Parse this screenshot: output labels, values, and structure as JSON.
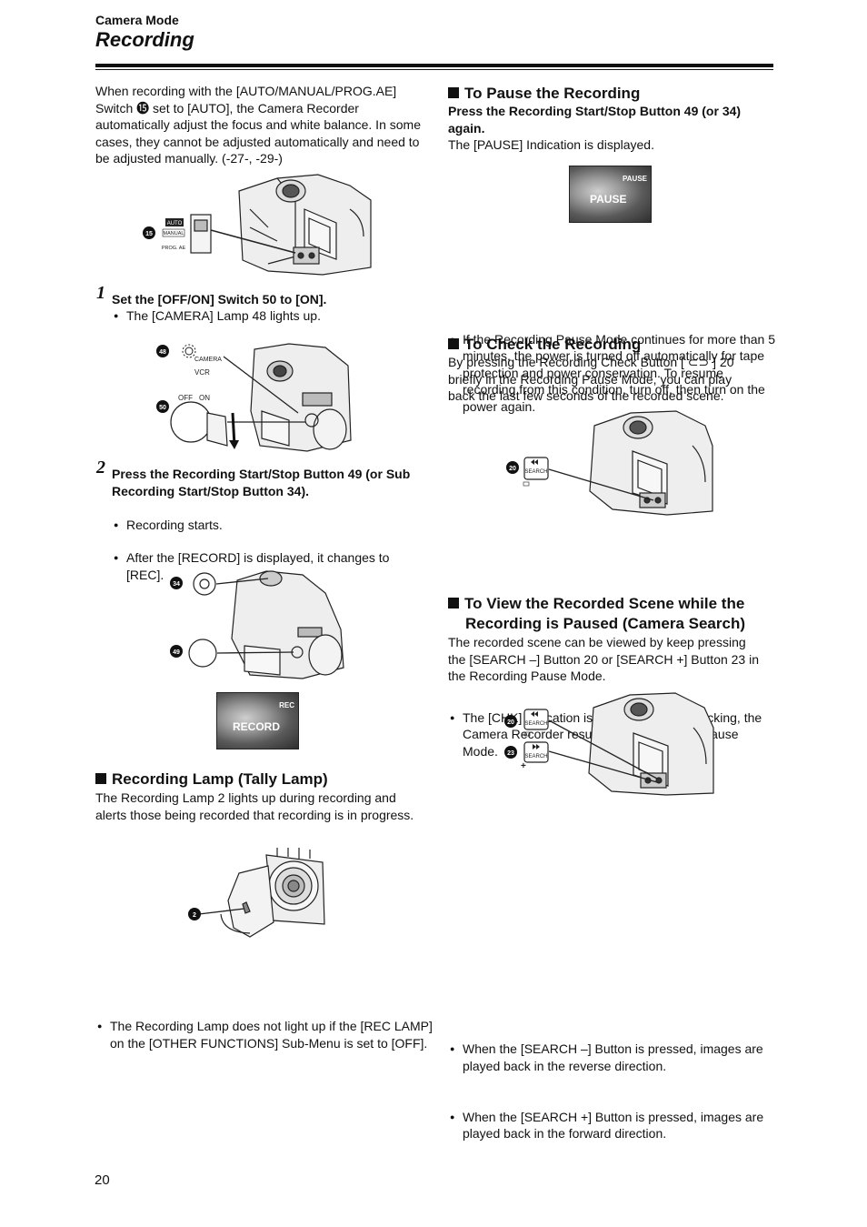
{
  "header": {
    "section": "Camera Mode",
    "title": "Recording"
  },
  "left": {
    "intro": "When recording with the [AUTO/MANUAL/PROG.AE] Switch ⓯ set to [AUTO], the Camera Recorder automatically adjust the focus and white balance. In some cases, they cannot be adjusted automatically and need to be adjusted manually. (-27-, -29-)",
    "fig1": {
      "num": "15",
      "labels": [
        "AUTO",
        "MANUAL",
        "PROG. AE"
      ]
    },
    "step1": {
      "num": "1",
      "text": "Set the [OFF/ON] Switch 50 to [ON].",
      "bullet": "The [CAMERA] Lamp 48 lights up."
    },
    "fig2": {
      "nums": [
        "48",
        "50"
      ],
      "labels": [
        "CAMERA",
        "VCR",
        "OFF",
        "ON"
      ]
    },
    "step2": {
      "num": "2",
      "text": "Press the Recording Start/Stop Button 49 (or Sub Recording Start/Stop Button 34).",
      "bullets": [
        "Recording starts.",
        "After the [RECORD] is displayed, it changes to [REC]."
      ]
    },
    "fig3": {
      "nums": [
        "34",
        "49"
      ],
      "screen_small": "REC",
      "screen_big": "RECORD"
    },
    "tally": {
      "heading": "Recording Lamp (Tally Lamp)",
      "text": "The Recording Lamp 2 lights up during recording and alerts those being recorded that recording is in progress.",
      "fig_num": "2",
      "bullet": "The Recording Lamp does not light up if the [REC LAMP] on the [OTHER FUNCTIONS] Sub-Menu is set to [OFF]."
    }
  },
  "right": {
    "pause": {
      "heading": "To Pause the Recording",
      "bold": "Press the Recording Start/Stop Button 49 (or 34) again.",
      "text": "The [PAUSE] Indication is displayed.",
      "screen_small": "PAUSE",
      "screen_big": "PAUSE",
      "bullet": "If the Recording Pause Mode continues for more than 5 minutes, the power is turned off automatically for tape protection and power conservation.  To resume recording from this condition, turn off, then turn on the power again."
    },
    "check": {
      "heading": "To Check the Recording",
      "text": "By pressing the Recording Check Button [ ⊂⊃ ] 20 briefly in the Recording Pause Mode, you can play back the last few seconds of the recorded scene.",
      "fig_num": "20",
      "fig_label": "SEARCH",
      "bullet": "The [CHK] Indication is displayed. After checking, the Camera Recorder resumes the Recording Pause Mode."
    },
    "search": {
      "heading_line1": "To View the Recorded Scene while the",
      "heading_line2": "Recording is Paused (Camera Search)",
      "text": "The recorded scene can be viewed by keep pressing the [SEARCH –] Button 20 or [SEARCH +] Button 23 in the Recording Pause Mode.",
      "fig_nums": [
        "20",
        "23"
      ],
      "fig_label": "SEARCH",
      "bullets": [
        "When the [SEARCH –] Button is pressed, images are played back in the reverse direction.",
        "When the [SEARCH +] Button is pressed, images are played back in the forward direction."
      ]
    }
  },
  "footer": {
    "page": "20"
  }
}
